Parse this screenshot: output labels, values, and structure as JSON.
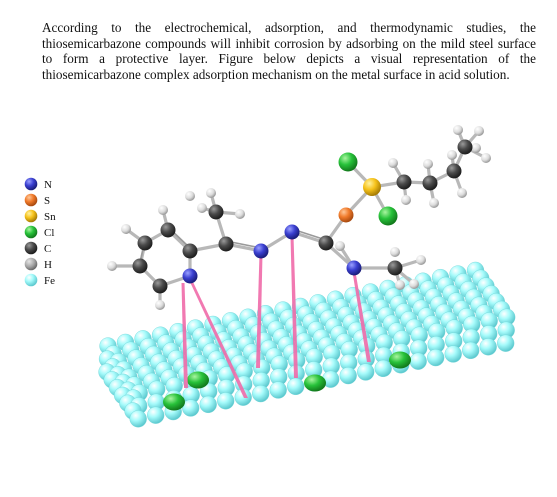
{
  "text": {
    "paragraph": "According to the electrochemical, adsorption, and thermodynamic studies, the thiosemicarbazone compounds will inhibit corrosion by adsorbing on the mild steel surface to form a protective layer. Figure below depicts a visual representation of the thiosemicarbazone complex adsorption mechanism on the metal surface in acid solution."
  },
  "legend": [
    {
      "label": "N",
      "color": "#3a3fd0"
    },
    {
      "label": "S",
      "color": "#f07a2a"
    },
    {
      "label": "Sn",
      "color": "#f6c21a"
    },
    {
      "label": "Cl",
      "color": "#27c23a"
    },
    {
      "label": "C",
      "color": "#4a4a4a"
    },
    {
      "label": "H",
      "color": "#a5a5a5"
    },
    {
      "label": "Fe",
      "color": "#8ff3f3"
    }
  ],
  "colors": {
    "fe": "#8ff3f3",
    "cl": "#27c23a",
    "bond_link": "#f06aa8",
    "carbon": "#4a4a4a",
    "hydrogen": "#dddddd",
    "nitrogen": "#3a3fd0",
    "sulfur": "#f07a2a",
    "tin": "#f6c21a"
  }
}
